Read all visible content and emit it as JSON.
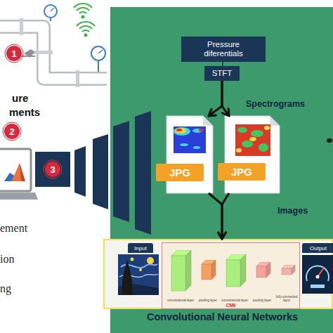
{
  "diagram": {
    "nodes": [
      {
        "text": [
          "Pressure diferentials"
        ]
      },
      {
        "text": [
          "STFT"
        ]
      },
      {
        "text": [
          "JPG"
        ]
      },
      {
        "text": [
          "JPG"
        ]
      },
      {
        "text": [
          "Convolutional Neural Networks"
        ]
      },
      {
        "text": [
          "Input"
        ],
        "in": 4
      },
      {
        "text": [
          "CNN"
        ],
        "in": 4
      },
      {
        "text": [
          "convolutional layer"
        ],
        "in": 6
      },
      {
        "text": [
          "pooling layer"
        ],
        "in": 6
      },
      {
        "text": [
          "convolutional layer"
        ],
        "in": 6
      },
      {
        "text": [
          "pooling layer"
        ],
        "in": 6
      },
      {
        "text": [
          "fully-connected layer"
        ],
        "in": 6
      },
      {
        "text": [
          "Output"
        ],
        "in": 4
      }
    ],
    "edges": [
      {
        "from": 0,
        "to": 1,
        "arrow": "none"
      },
      {
        "from": 1,
        "to": 2,
        "label": "Spectrograms",
        "arrow": "to"
      },
      {
        "from": 1,
        "to": 3,
        "arrow": "to"
      },
      {
        "from": 2,
        "to": 4,
        "label": "Images",
        "arrow": "to"
      },
      {
        "from": 3,
        "to": 4,
        "arrow": "to"
      }
    ],
    "labels": [
      "1",
      "2",
      "3",
      "ure",
      "ments",
      "ement",
      "ion",
      "ng"
    ]
  }
}
